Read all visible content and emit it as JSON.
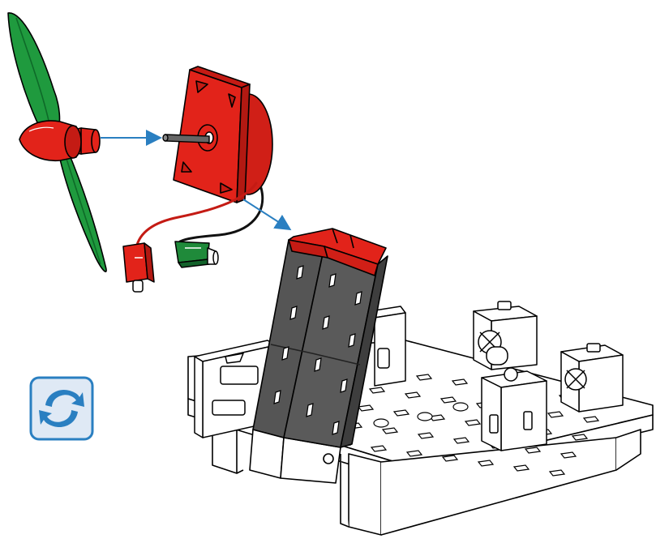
{
  "diagram": {
    "parts": [
      {
        "name": "propeller",
        "color": "#1f9a3e"
      },
      {
        "name": "propeller-hub",
        "color": "#e2231a"
      },
      {
        "name": "motor",
        "color": "#e2231a"
      },
      {
        "name": "motor-shaft",
        "color": "#555555"
      },
      {
        "name": "plug-red",
        "color": "#e2231a"
      },
      {
        "name": "plug-green",
        "color": "#1f8a3a"
      },
      {
        "name": "tower-blocks",
        "color": "#555555"
      },
      {
        "name": "tower-caps",
        "color": "#e2231a"
      },
      {
        "name": "base-plate",
        "color": "#ffffff"
      }
    ],
    "assembly_arrows": 2,
    "arrow_color": "#2a7fc1"
  },
  "rotate_icon": {
    "name": "rotate-icon",
    "color": "#2a7fc1",
    "bg": "#dfe9f5"
  }
}
